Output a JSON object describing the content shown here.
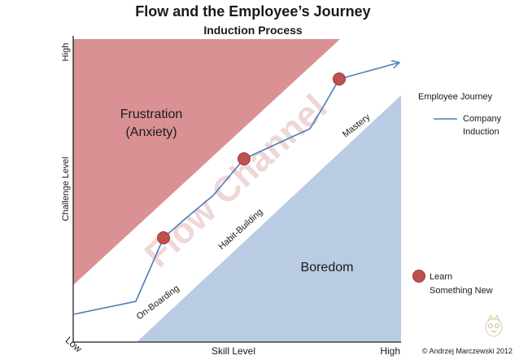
{
  "title": "Flow and the Employee’s Journey",
  "subtitle": "Induction Process",
  "axes": {
    "y_label": "Challenge Level",
    "y_high": "High",
    "x_label": "Skill Level",
    "x_high": "High",
    "origin_low": "Low"
  },
  "regions": {
    "frustration_line1": "Frustration",
    "frustration_line2": "(Anxiety)",
    "boredom": "Boredom",
    "flow_channel": "Flow Channel"
  },
  "stages": {
    "onboarding": "On-Boarding",
    "habit_building": "Habit-Building",
    "mastery": "Mastery"
  },
  "legend": {
    "heading": "Employee Journey",
    "line_label_1": "Company",
    "line_label_2": "Induction",
    "marker_label_1": "Learn",
    "marker_label_2": "Something New"
  },
  "copyright": "© Andrzej Marczewski 2012",
  "colors": {
    "frustration": "#d99194",
    "boredom": "#b9cce4",
    "journey_line": "#4a7ebb",
    "marker": "#c0504d",
    "watermark": "#f0d6d6",
    "text": "#1a1a1a"
  }
}
